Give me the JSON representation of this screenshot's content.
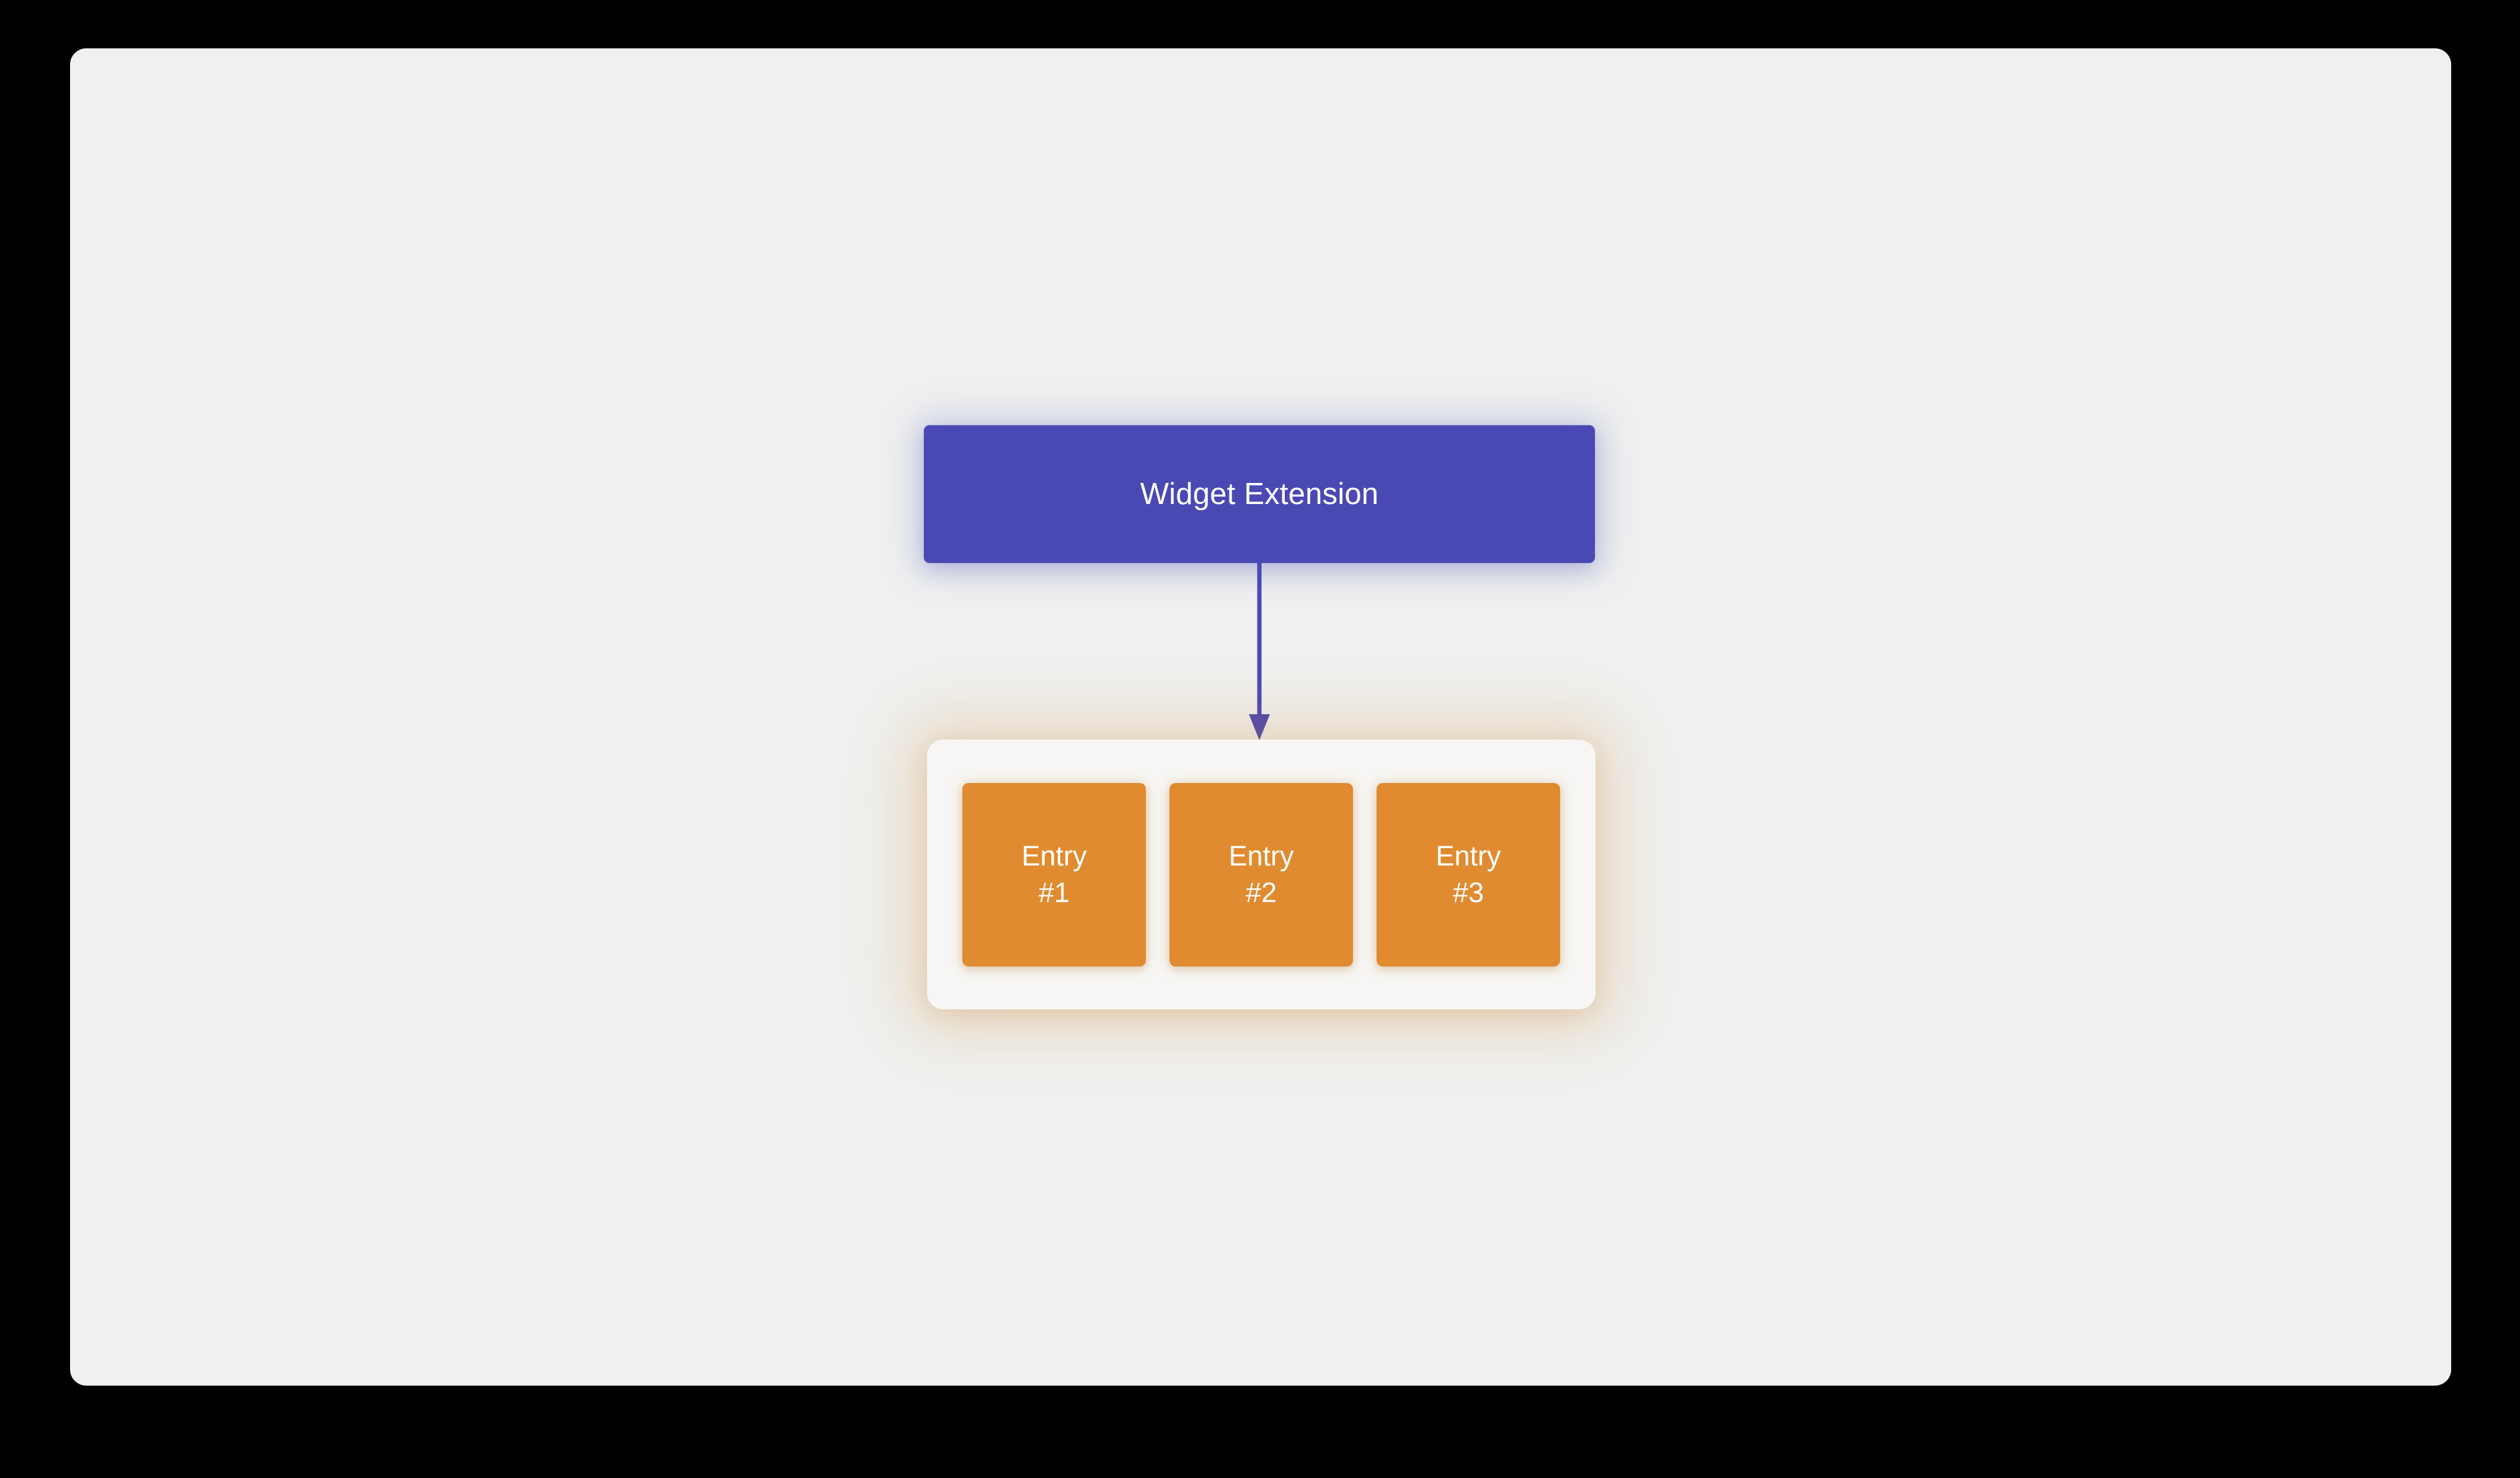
{
  "canvas": {
    "background_color": "#eff1f0",
    "outer_background_color": "#000000"
  },
  "diagram": {
    "type": "flow-diagram",
    "source_node": {
      "id": "widget-extension",
      "label": "Widget Extension",
      "fill_color": "#4a49b3",
      "text_color": "#ffffff"
    },
    "connector": {
      "id": "widget-to-timeline-arrow",
      "direction": "down",
      "color": "#4a49b3",
      "head": "filled-triangle"
    },
    "timeline_container": {
      "id": "timeline",
      "fill_color": "#f7f6f4",
      "glow_color": "#e08b30",
      "entries": [
        {
          "id": "entry-1",
          "line1": "Entry",
          "line2": "#1",
          "fill_color": "#e08b30",
          "text_color": "#ffffff"
        },
        {
          "id": "entry-2",
          "line1": "Entry",
          "line2": "#2",
          "fill_color": "#e08b30",
          "text_color": "#ffffff"
        },
        {
          "id": "entry-3",
          "line1": "Entry",
          "line2": "#3",
          "fill_color": "#e08b30",
          "text_color": "#ffffff"
        }
      ]
    }
  }
}
